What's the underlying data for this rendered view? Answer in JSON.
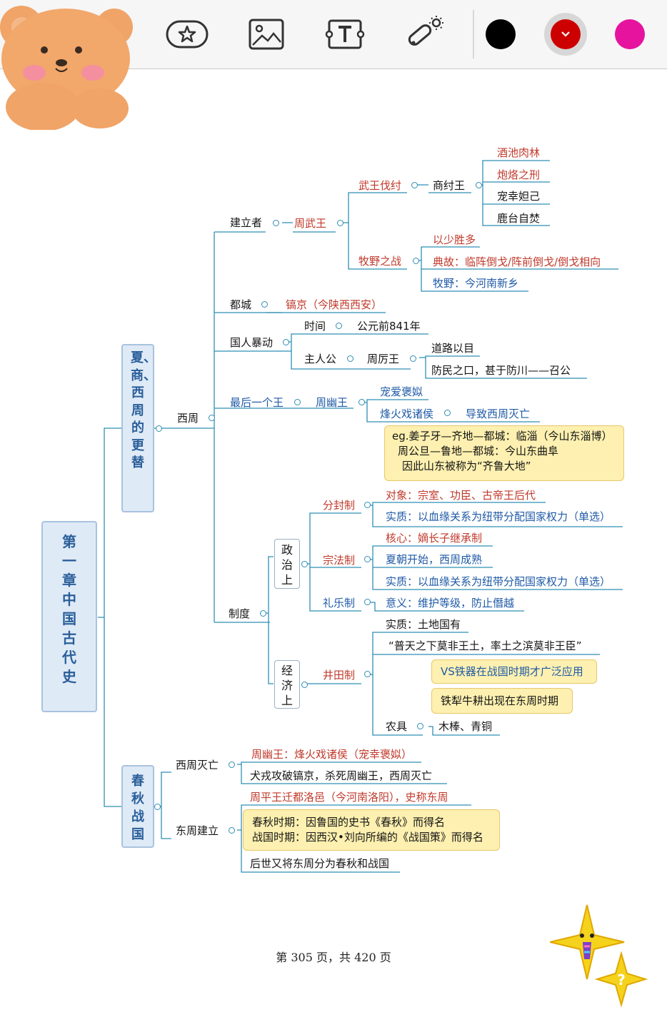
{
  "toolbar": {
    "tools": [
      "sticker-tool",
      "image-tool",
      "text-tool",
      "laser-pointer-tool"
    ],
    "colors": [
      "#000000",
      "#cc0000",
      "#e6139f"
    ],
    "selected_color": "#cc0000"
  },
  "mindmap": {
    "root": "第一章 中国古代史",
    "branch1": "夏、商、西周的更替",
    "branch2": "春秋战国",
    "xizhou": "西周",
    "jianlizhe": "建立者",
    "zhouwuwang": "周武王",
    "wuwangfazhou": "武王伐纣",
    "shangzhouwang": "商纣王",
    "zhou_items": [
      "酒池肉林",
      "炮烙之刑",
      "宠幸妲己",
      "鹿台自焚"
    ],
    "muyezhizhan": "牧野之战",
    "muye_items": [
      "以少胜多",
      "典故：临阵倒戈/阵前倒戈/倒戈相向",
      "牧野：今河南新乡"
    ],
    "ducheng": "都城",
    "haojing": "镐京（今陕西西安）",
    "guorenbaodong": "国人暴动",
    "shijian": "时间",
    "shijian_val": "公元前841年",
    "zhurengong": "主人公",
    "zhoeliwang": "周厉王",
    "li_items": [
      "道路以目",
      "防民之口，甚于防川——召公"
    ],
    "zuihou": "最后一个王",
    "zhouyouwang": "周幽王",
    "chongai": "宠爱褒姒",
    "fenghuo": "烽火戏诸侯",
    "daozhi": "导致西周灭亡",
    "note1": [
      "eg.姜子牙—齐地—都城：临淄（今山东淄博）",
      "周公旦—鲁地—都城：今山东曲阜",
      "因此山东被称为“齐鲁大地”"
    ],
    "zhidu": "制度",
    "zhengzhishang": "政治上",
    "fenfengzhi": "分封制",
    "fenfeng_items": [
      "对象：宗室、功臣、古帝王后代",
      "实质：以血缘关系为纽带分配国家权力（单选）"
    ],
    "zongfazhi": "宗法制",
    "zongfa_items": [
      "核心：嫡长子继承制",
      "夏朝开始，西周成熟",
      "实质：以血缘关系为纽带分配国家权力（单选）"
    ],
    "liyuezhi": "礼乐制",
    "liyue_item": "意义：维护等级，防止僭越",
    "jingjishang": "经济上",
    "jingtianzhi": "井田制",
    "jingtian_items": [
      "实质：土地国有",
      "“普天之下莫非王土，率土之滨莫非王臣”"
    ],
    "note2": "VS铁器在战国时期才广泛应用",
    "note3": "铁犁牛耕出现在东周时期",
    "nongju": "农具",
    "nongju_val": "木棒、青铜",
    "xizhoumiewang": "西周灭亡",
    "mie_items": [
      "周幽王：烽火戏诸侯（宠幸褒姒）",
      "犬戎攻破镐京，杀死周幽王，西周灭亡"
    ],
    "dongzhoujianli": "东周建立",
    "dongzhou_item": "周平王迁都洛邑（今河南洛阳），史称东周",
    "note4": [
      "春秋时期：因鲁国的史书《春秋》而得名",
      "战国时期：因西汉•刘向所编的《战国策》而得名"
    ],
    "houshi": "后世又将东周分为春秋和战国"
  },
  "footer": {
    "page_indicator": "第 305 页，共 420 页"
  }
}
